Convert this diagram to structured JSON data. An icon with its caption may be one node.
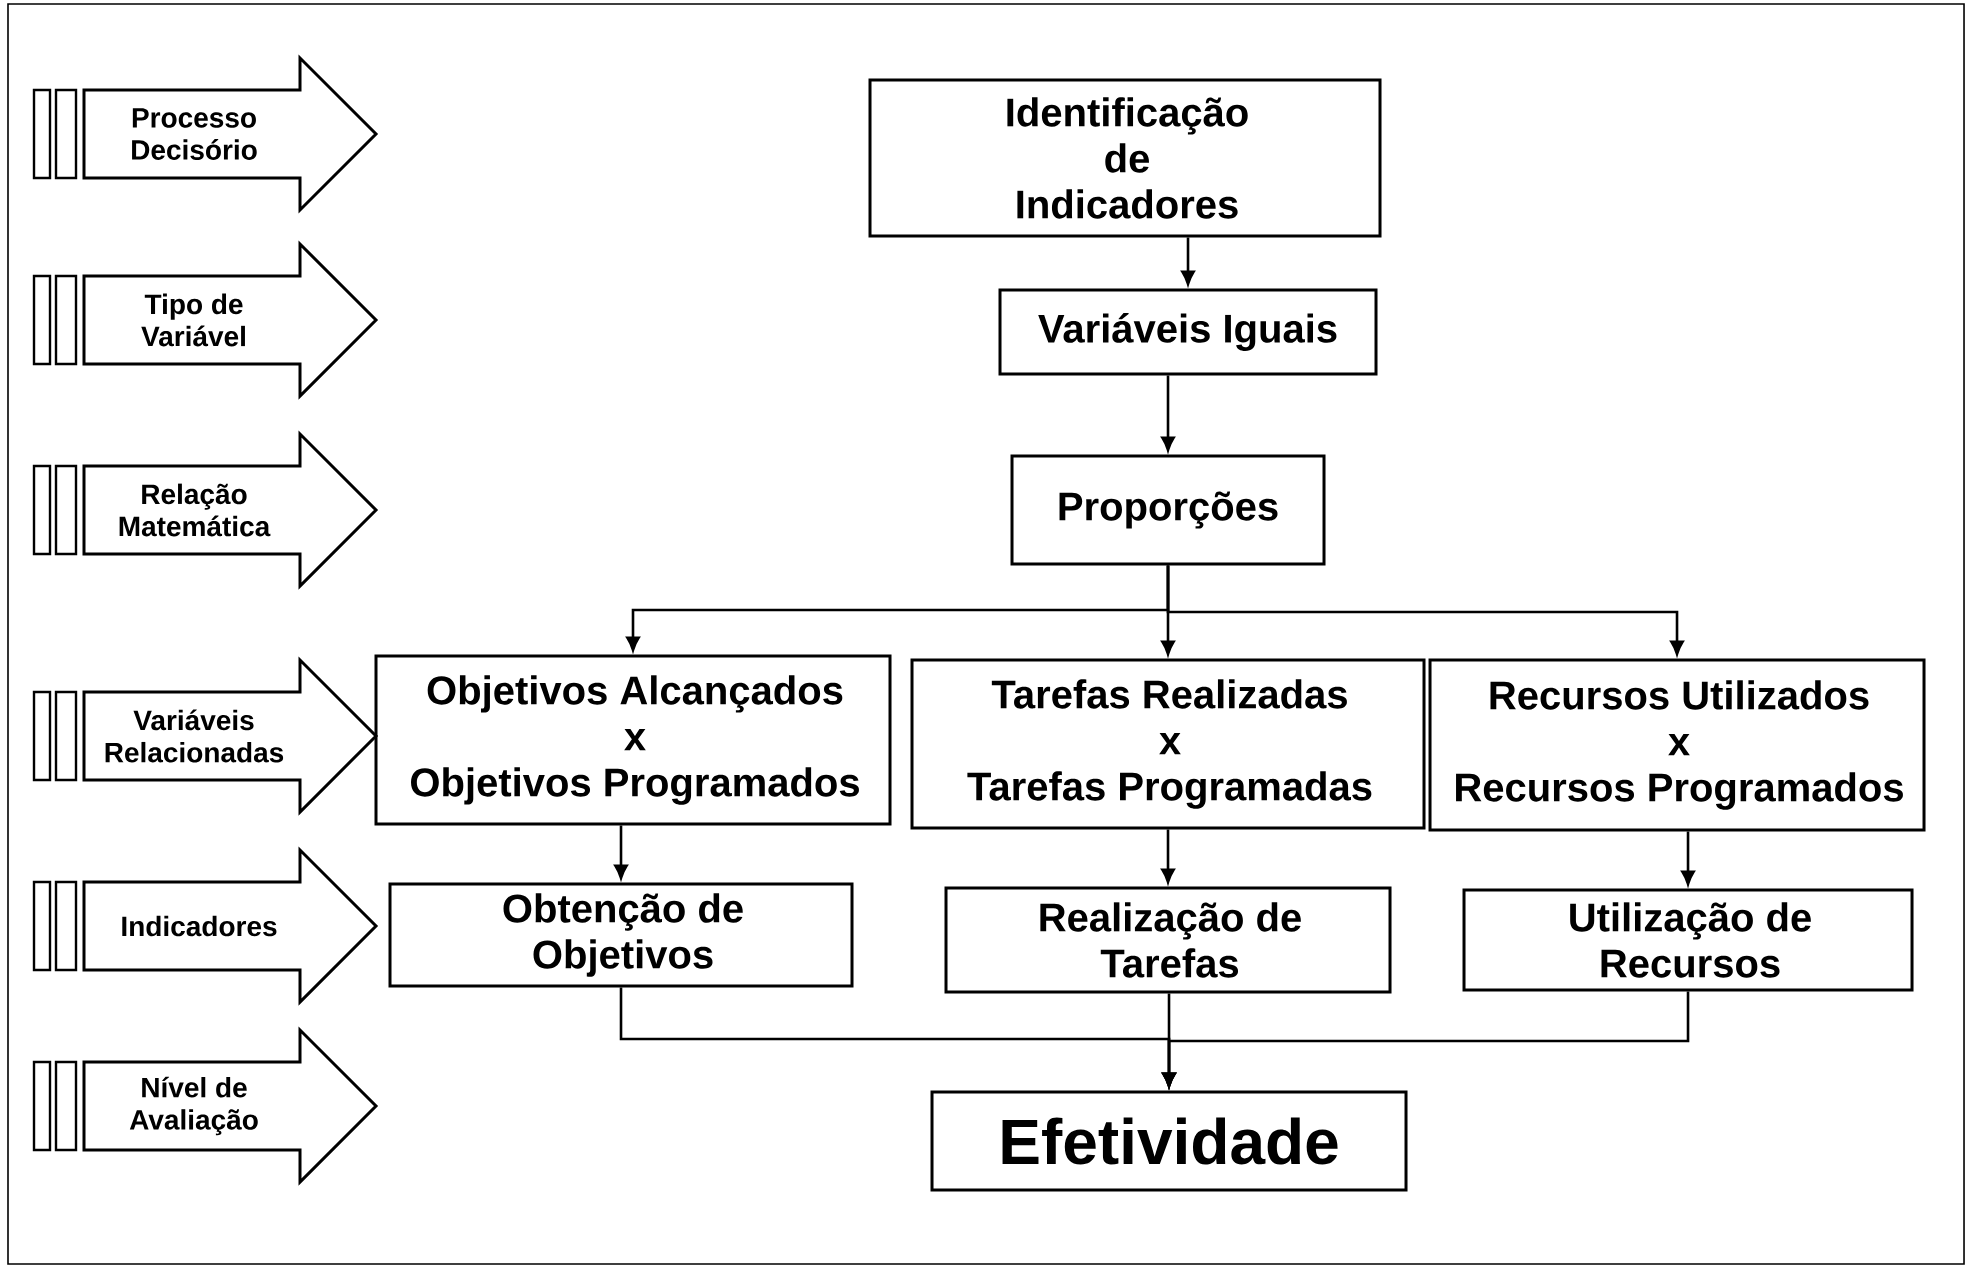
{
  "diagram": {
    "nodes": [
      {
        "text": [
          "Processo Decisório"
        ]
      },
      {
        "text": [
          "Tipo de Variável"
        ]
      },
      {
        "text": [
          "Relação Matemática"
        ]
      },
      {
        "text": [
          "Variáveis Relacionadas"
        ]
      },
      {
        "text": [
          "Indicadores"
        ]
      },
      {
        "text": [
          "Nível de Avaliação"
        ]
      },
      {
        "text": [
          "Identificação de Indicadores"
        ]
      },
      {
        "text": [
          "Variáveis Iguais"
        ]
      },
      {
        "text": [
          "Proporções"
        ]
      },
      {
        "text": [
          "Objetivos Alcançados x Objetivos Programados"
        ]
      },
      {
        "text": [
          "Tarefas Realizadas x Tarefas Programadas"
        ]
      },
      {
        "text": [
          "Recursos Utilizados x Recursos Programados"
        ]
      },
      {
        "text": [
          "Obtenção de Objetivos"
        ]
      },
      {
        "text": [
          "Realização de Tarefas"
        ]
      },
      {
        "text": [
          "Utilização de Recursos"
        ]
      },
      {
        "text": [
          "Efetividade"
        ]
      }
    ],
    "edges": [
      {
        "from": 6,
        "to": 7,
        "arrow": "to"
      },
      {
        "from": 7,
        "to": 8,
        "arrow": "to"
      },
      {
        "from": 8,
        "to": 9,
        "arrow": "to"
      },
      {
        "from": 8,
        "to": 10,
        "arrow": "to"
      },
      {
        "from": 8,
        "to": 11,
        "arrow": "to"
      },
      {
        "from": 9,
        "to": 12,
        "arrow": "to"
      },
      {
        "from": 10,
        "to": 13,
        "arrow": "to"
      },
      {
        "from": 11,
        "to": 14,
        "arrow": "to"
      },
      {
        "from": 12,
        "to": 15,
        "arrow": "to"
      },
      {
        "from": 13,
        "to": 15,
        "arrow": "to"
      },
      {
        "from": 14,
        "to": 15,
        "arrow": "to"
      }
    ]
  }
}
